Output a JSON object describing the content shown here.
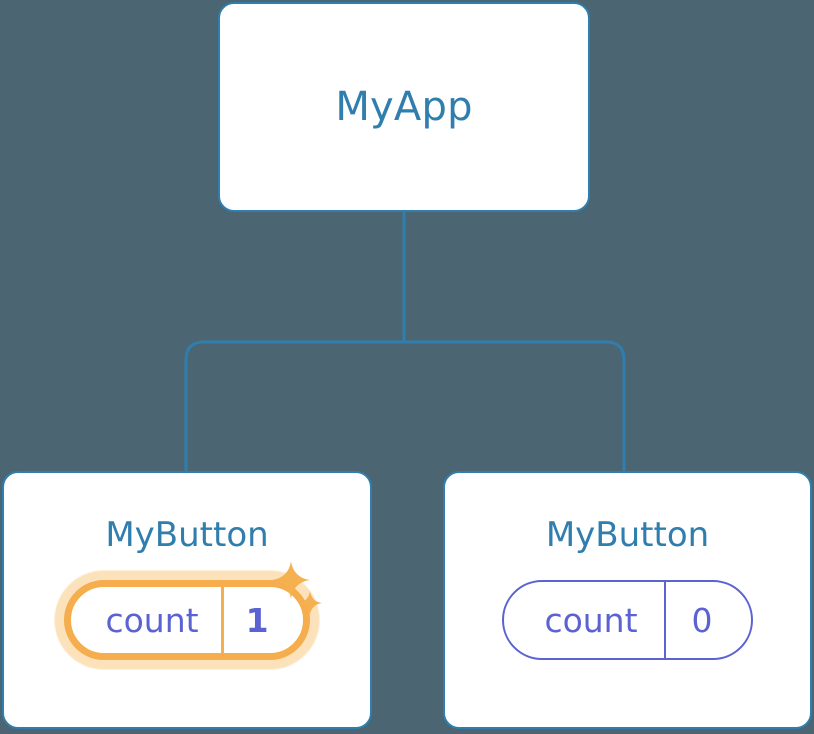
{
  "diagram": {
    "title": "React component tree with highlighted state update",
    "background_color": "#4b6672",
    "accent_blue": "#2f7ead",
    "accent_indigo": "#5b63d3",
    "accent_amber": "#f5ad4d",
    "accent_amber_glow": "#fbe2bb"
  },
  "root": {
    "label": "MyApp"
  },
  "children": [
    {
      "label": "MyButton",
      "state": {
        "key": "count",
        "value": "1"
      },
      "highlighted": true,
      "sparkles": [
        "sparkle-large",
        "sparkle-small"
      ]
    },
    {
      "label": "MyButton",
      "state": {
        "key": "count",
        "value": "0"
      },
      "highlighted": false,
      "sparkles": []
    }
  ],
  "connectors": {
    "from": "MyApp",
    "to": [
      "MyButton (left)",
      "MyButton (right)"
    ],
    "style": "orthogonal-rounded"
  }
}
